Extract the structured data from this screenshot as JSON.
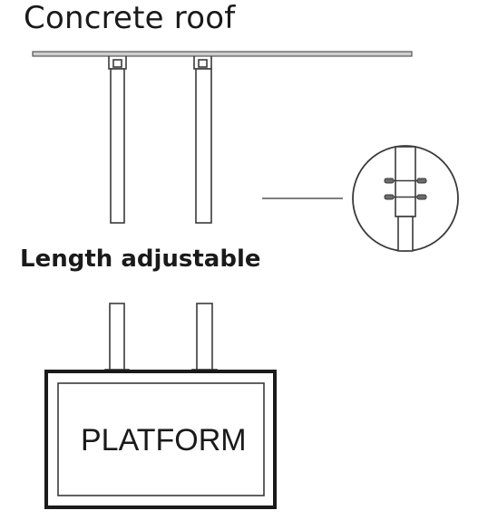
{
  "title": "Concrete roof",
  "subtitle": "Length adjustable",
  "platform": {
    "label": "PLATFORM"
  },
  "colors": {
    "stroke": "#3a3a3a",
    "text": "#1a1a1a",
    "background": "#ffffff"
  }
}
